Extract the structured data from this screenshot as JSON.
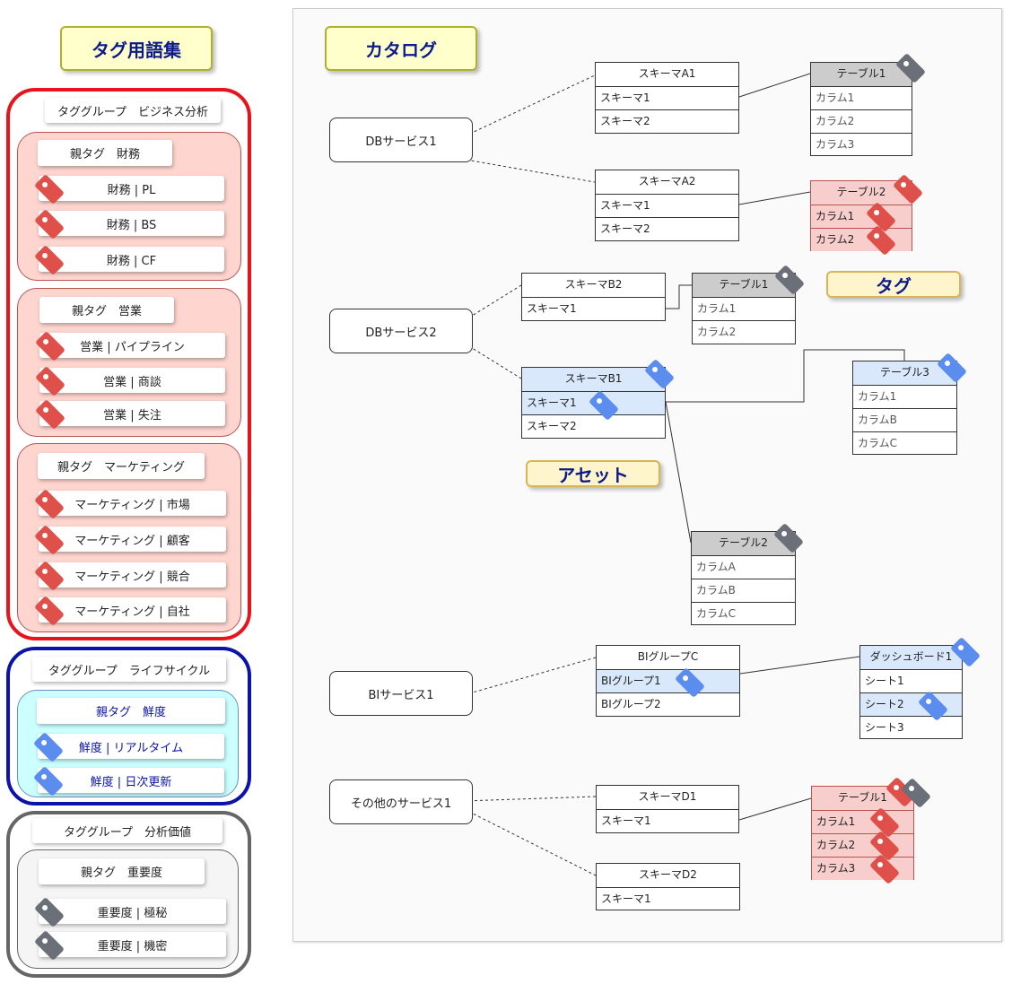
{
  "left": {
    "title": "タグ用語集",
    "groups": [
      {
        "label": "タググループ　ビジネス分析",
        "parents": [
          {
            "label": "親タグ　財務",
            "tags": [
              "財務 | PL",
              "財務 | BS",
              "財務 | CF"
            ]
          },
          {
            "label": "親タグ　営業",
            "tags": [
              "営業 | パイプライン",
              "営業 | 商談",
              "営業 | 失注"
            ]
          },
          {
            "label": "親タグ　マーケティング",
            "tags": [
              "マーケティング | 市場",
              "マーケティング | 顧客",
              "マーケティング | 競合",
              "マーケティング | 自社"
            ]
          }
        ]
      },
      {
        "label": "タググループ　ライフサイクル",
        "parents": [
          {
            "label": "親タグ　鮮度",
            "tags": [
              "鮮度 | リアルタイム",
              "鮮度 | 日次更新"
            ]
          }
        ]
      },
      {
        "label": "タググループ　分析価値",
        "parents": [
          {
            "label": "親タグ　重要度",
            "tags": [
              "重要度 | 極秘",
              "重要度 | 機密"
            ]
          }
        ]
      }
    ]
  },
  "catalog": {
    "title": "カタログ",
    "tag_label": "タグ",
    "asset_label": "アセット",
    "services": [
      "DBサービス1",
      "DBサービス2",
      "BIサービス1",
      "その他のサービス1"
    ],
    "tables": {
      "schemaA1": [
        "スキーマA1",
        "スキーマ1",
        "スキーマ2"
      ],
      "schemaA2": [
        "スキーマA2",
        "スキーマ1",
        "スキーマ2"
      ],
      "tableA1": [
        "テーブル1",
        "カラム1",
        "カラム2",
        "カラム3"
      ],
      "tableA2": [
        "テーブル2",
        "カラム1",
        "カラム2"
      ],
      "schemaB2": [
        "スキーマB2",
        "スキーマ1"
      ],
      "tableB1": [
        "テーブル1",
        "カラム1",
        "カラム2"
      ],
      "schemaB1": [
        "スキーマB1",
        "スキーマ1",
        "スキーマ2"
      ],
      "tableB3": [
        "テーブル3",
        "カラム1",
        "カラムB",
        "カラムC"
      ],
      "tableB2": [
        "テーブル2",
        "カラムA",
        "カラムB",
        "カラムC"
      ],
      "biGroupC": [
        "BIグループC",
        "BIグループ1",
        "BIグループ2"
      ],
      "dashboard1": [
        "ダッシュボード1",
        "シート1",
        "シート2",
        "シート3"
      ],
      "schemaD1": [
        "スキーマD1",
        "スキーマ1"
      ],
      "schemaD2": [
        "スキーマD2",
        "スキーマ1"
      ],
      "tableD1": [
        "テーブル1",
        "カラム1",
        "カラム2",
        "カラム3"
      ]
    }
  },
  "colors": {
    "business_border": "#e8141b",
    "lifecycle_border": "#0c14a8",
    "value_border": "#666666",
    "tag_red": "#e0504a",
    "tag_blue": "#5b8def",
    "tag_gray": "#6b6f78"
  }
}
